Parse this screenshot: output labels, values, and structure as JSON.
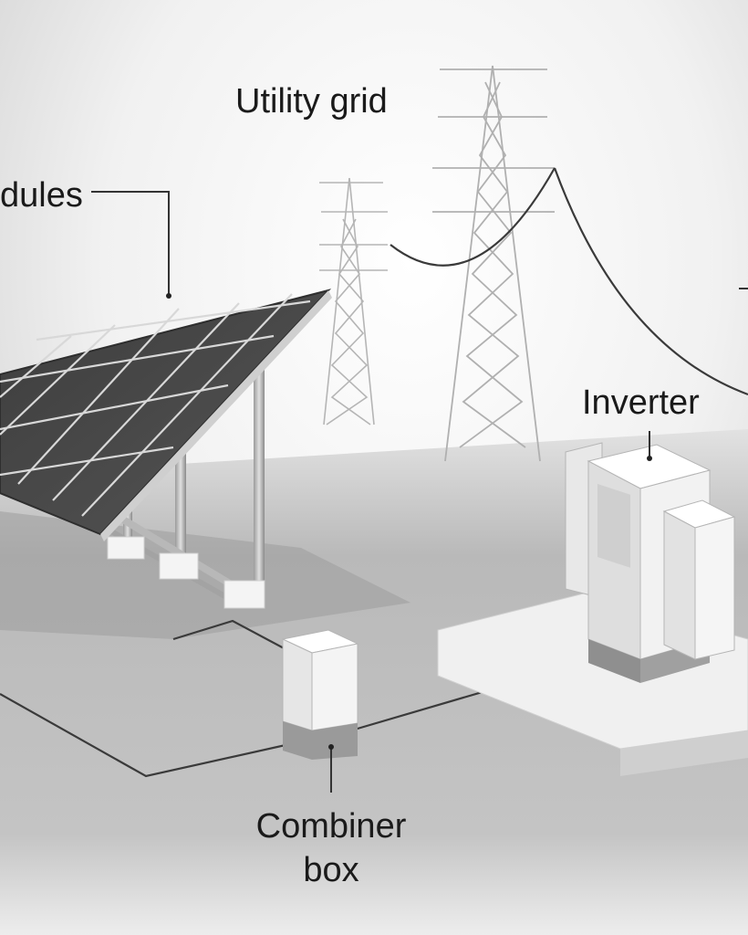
{
  "labels": {
    "utility_grid": "Utility grid",
    "modules": "dules",
    "inverter": "Inverter",
    "combiner_line1": "Combiner",
    "combiner_line2": "box"
  },
  "colors": {
    "panel": "#4a4a4a",
    "panel_grid": "#d8d8d8",
    "ground": "#a9a9a9",
    "cable": "#3a3a3a",
    "tower": "#bdbdbd",
    "equipment": "#ececec"
  }
}
